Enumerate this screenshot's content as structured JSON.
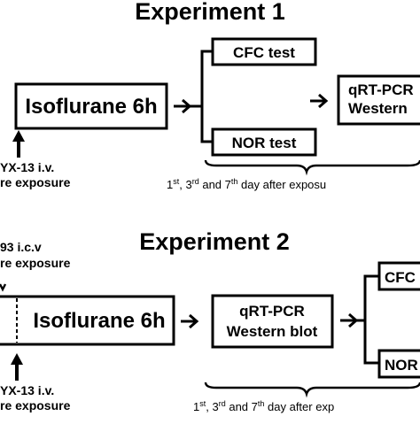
{
  "experiment1": {
    "title": "Experiment 1",
    "main_box": "Isoflurane 6h",
    "test_top": "CFC test",
    "test_bottom": "NOR test",
    "result_line1": "qRT-PCR",
    "result_line2": "Western",
    "injection_line1": "YX-13 i.v.",
    "injection_line2": "re exposure",
    "timeline": {
      "d1": "1",
      "d1_sup": "st",
      "d3": ", 3",
      "d3_sup": "rd",
      "d7": " and 7",
      "d7_sup": "th",
      "rest": " day after exposu"
    }
  },
  "experiment2": {
    "title": "Experiment 2",
    "pre_line1": "93 i.c.v",
    "pre_line2": "re exposure",
    "main_box": "Isoflurane 6h",
    "result_line1": "qRT-PCR",
    "result_line2": "Western blot",
    "test_top": "CFC",
    "test_bottom": "NOR",
    "injection_line1": "YX-13 i.v.",
    "injection_line2": "re exposure",
    "timeline": {
      "d1": "1",
      "d1_sup": "st",
      "d3": ", 3",
      "d3_sup": "rd",
      "d7": " and 7",
      "d7_sup": "th",
      "rest": " day after exp"
    }
  }
}
